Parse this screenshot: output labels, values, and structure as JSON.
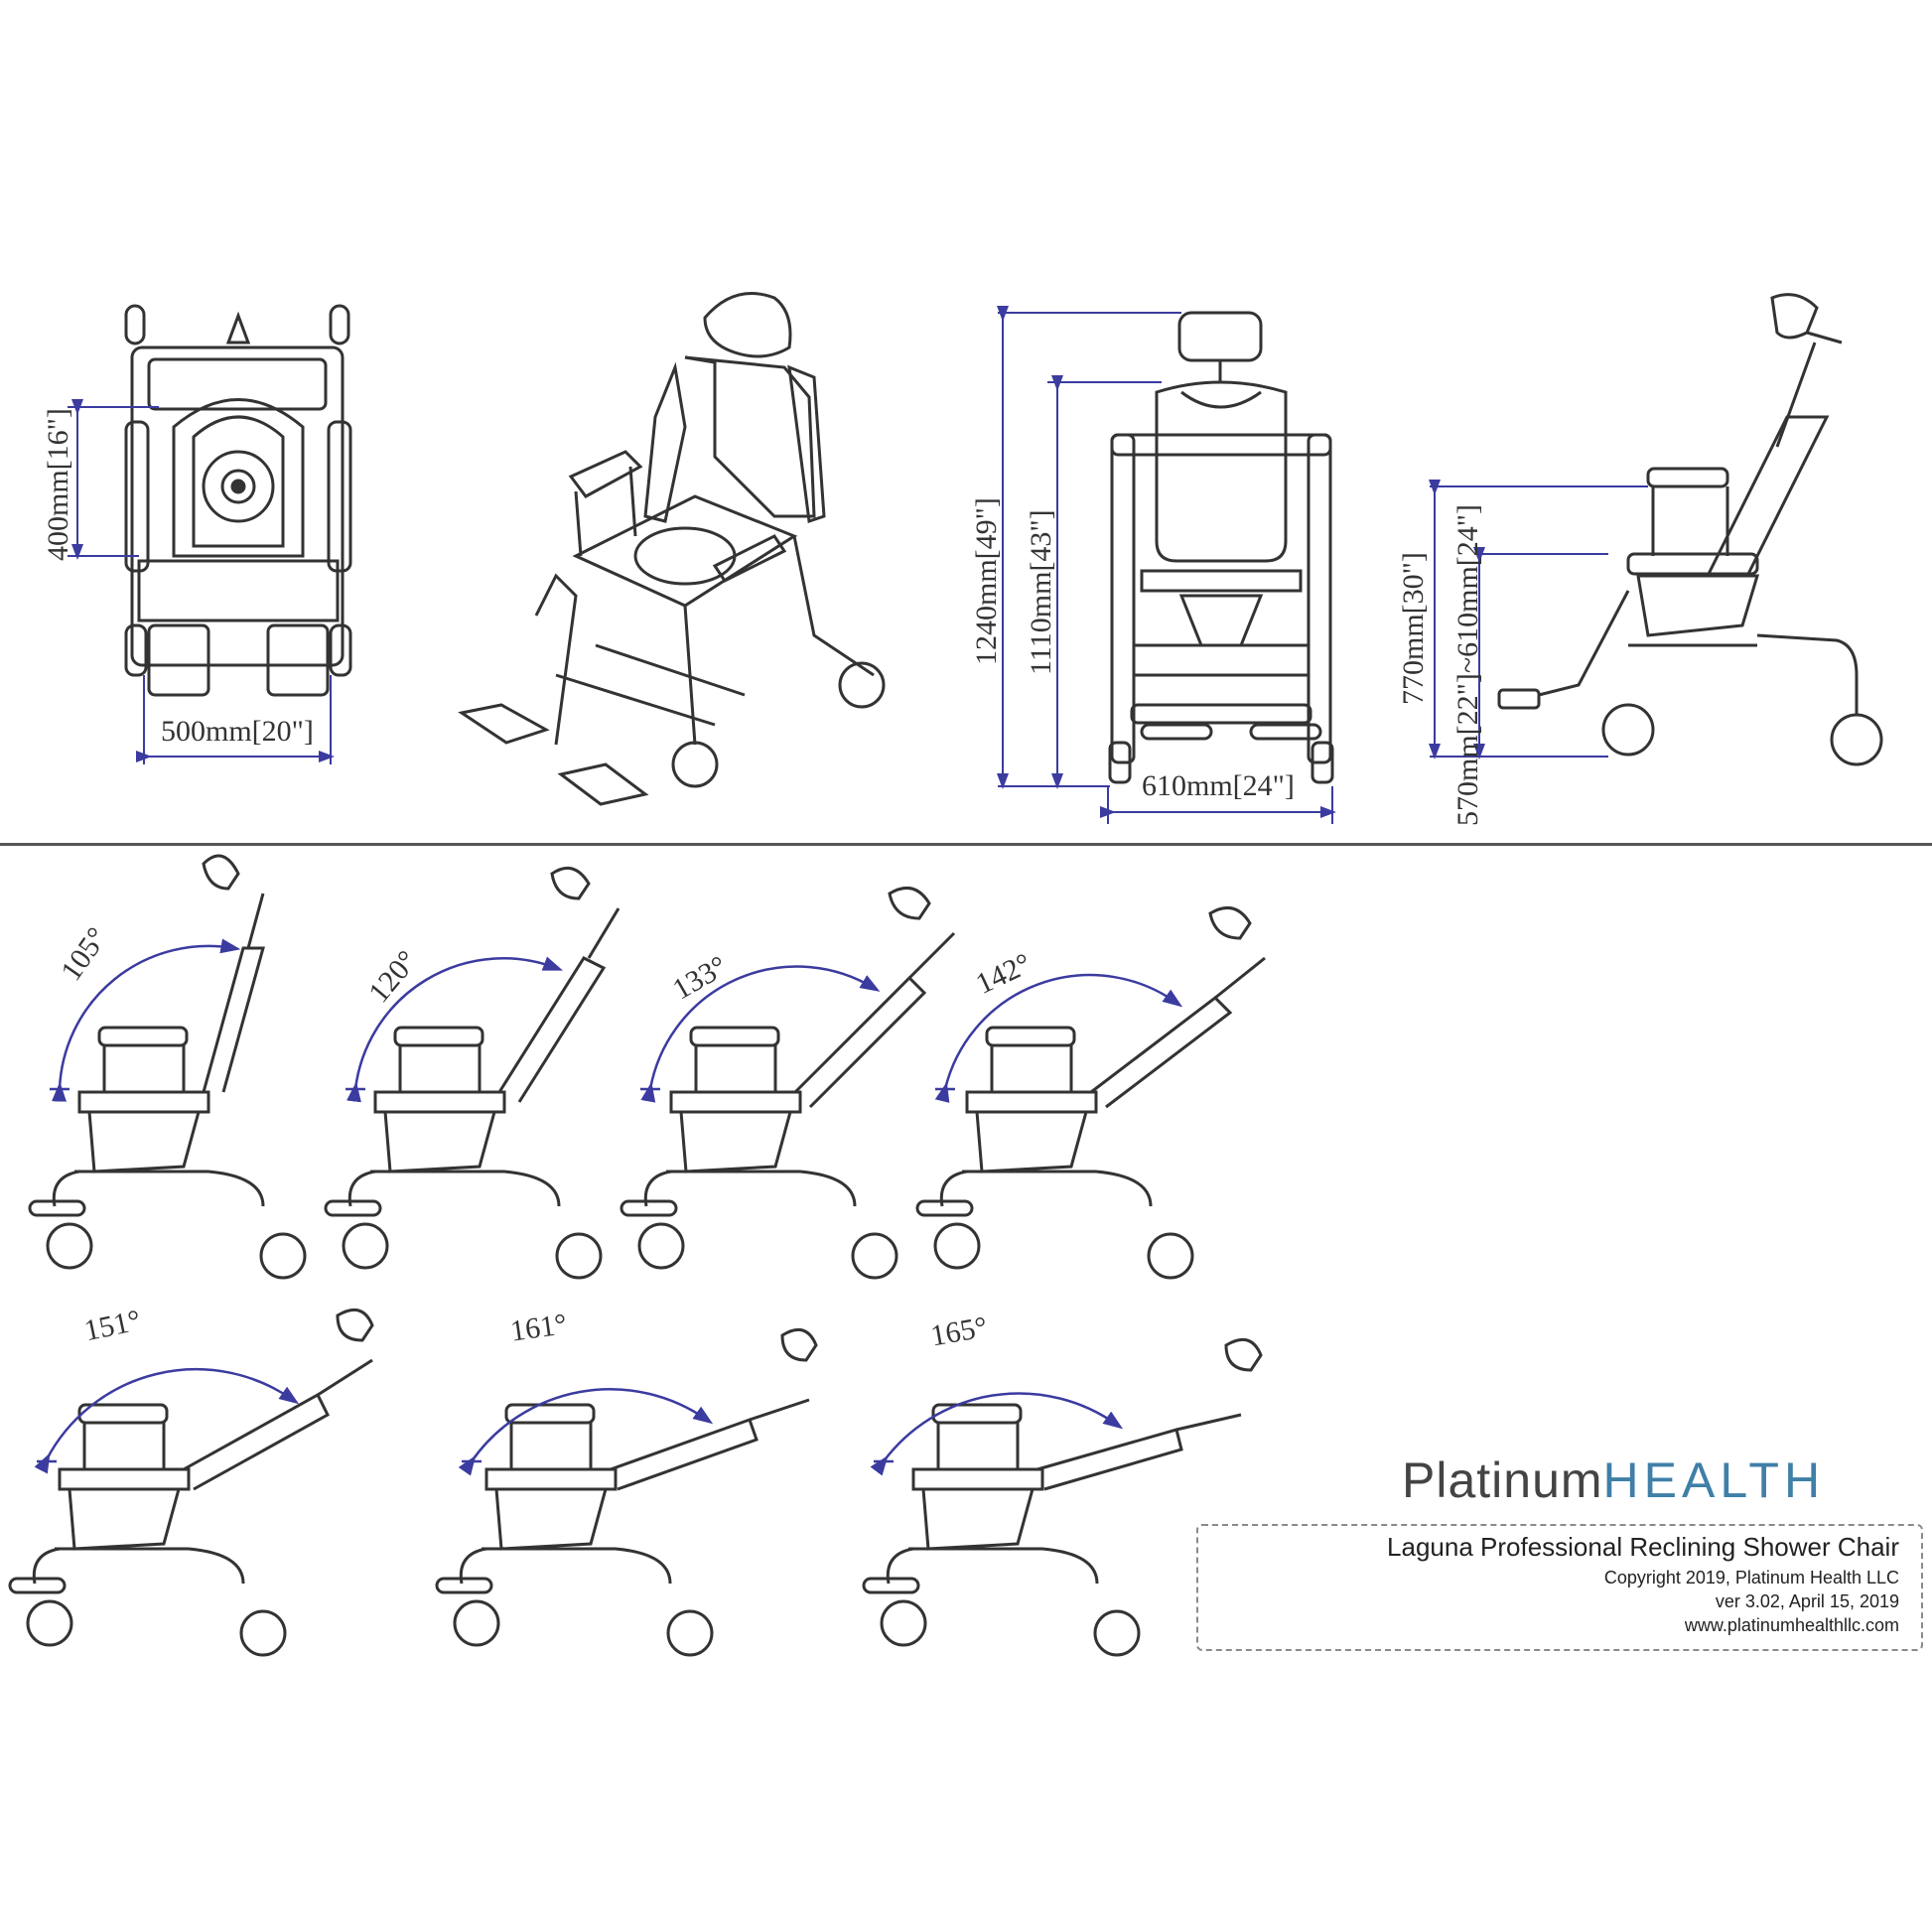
{
  "drawing": {
    "product": "Laguna Professional Reclining Shower Chair",
    "brand": {
      "part1": "Platinum",
      "part2": "HEALTH",
      "accent_color": "#3f7fa8"
    },
    "colors": {
      "line": "#333333",
      "dimension": "#3b3ba0",
      "divider": "#555555"
    }
  },
  "top_views": {
    "top_view": {
      "depth_label": "400mm[16\"]",
      "width_label": "500mm[20\"]"
    },
    "perspective_view": {
      "label": ""
    },
    "front_view": {
      "overall_height_label": "1240mm[49\"]",
      "back_height_label": "1110mm[43\"]",
      "width_label": "610mm[24\"]"
    },
    "side_view": {
      "armrest_height_label": "770mm[30\"]",
      "seat_height_label": "570mm[22\"]~610mm[24\"]"
    }
  },
  "recline_angles": [
    {
      "label": "105°",
      "value": 105
    },
    {
      "label": "120°",
      "value": 120
    },
    {
      "label": "133°",
      "value": 133
    },
    {
      "label": "142°",
      "value": 142
    },
    {
      "label": "151°",
      "value": 151
    },
    {
      "label": "161°",
      "value": 161
    },
    {
      "label": "165°",
      "value": 165
    }
  ],
  "title_block": {
    "title": "Laguna Professional Reclining Shower Chair",
    "copyright": "Copyright 2019, Platinum Health LLC",
    "version": "ver 3.02, April 15, 2019",
    "website": "www.platinumhealthllc.com"
  }
}
